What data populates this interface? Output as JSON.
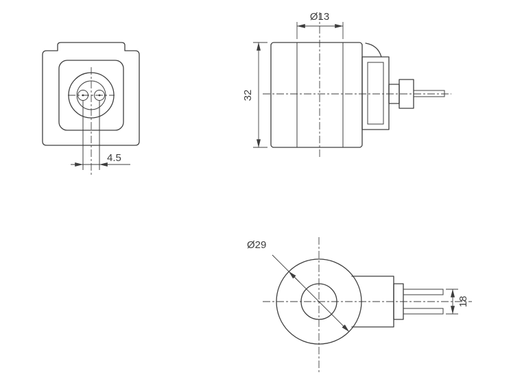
{
  "drawing": {
    "colors": {
      "background": "#ffffff",
      "line": "#3d3d3d",
      "text": "#3d3d3d"
    },
    "dimensions": {
      "front_terminal_spacing": "4.5",
      "side_inner_diameter": "Ø13",
      "side_height": "32",
      "bottom_outer_diameter": "Ø29",
      "bottom_pin_span": "18"
    }
  }
}
